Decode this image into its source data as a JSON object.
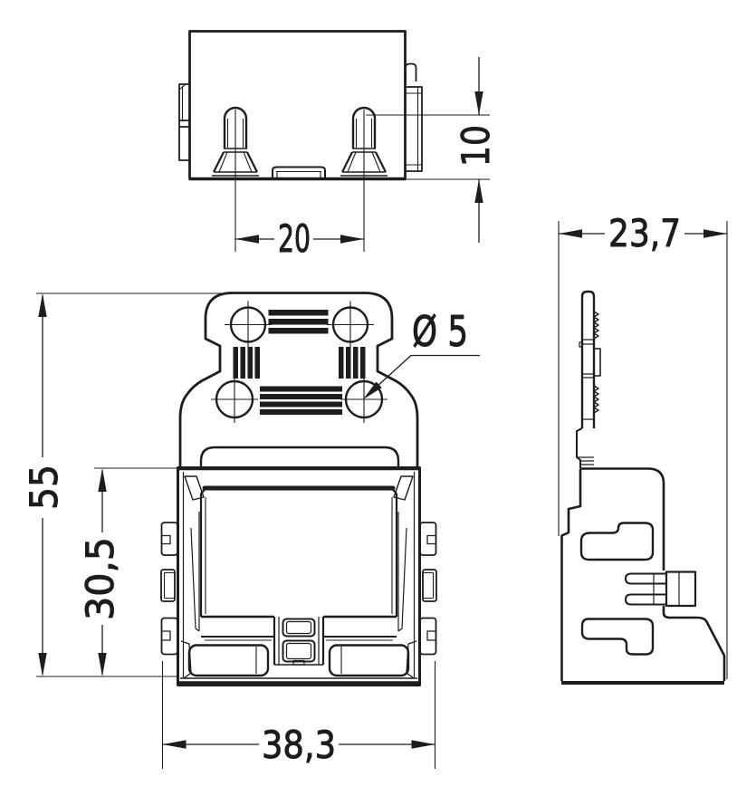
{
  "drawing": {
    "title": "connector-housing-dimensional-drawing",
    "views": {
      "top": "top-view",
      "front": "front-view",
      "side": "side-view"
    },
    "dimensions": {
      "pin_spacing": "20",
      "pin_height": "10",
      "depth": "23,7",
      "hole_diameter": "Ø 5",
      "overall_height": "55",
      "housing_height": "30,5",
      "overall_width": "38,3"
    },
    "colors": {
      "line": "#1d1d1d",
      "background": "#ffffff"
    }
  }
}
